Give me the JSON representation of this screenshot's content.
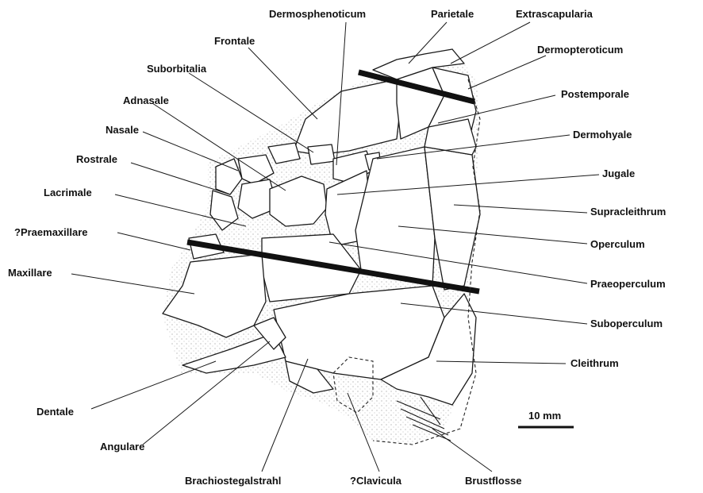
{
  "figure": {
    "labels": {
      "dermosphenoticum": "Dermosphenoticum",
      "parietale": "Parietale",
      "extrascapularia": "Extrascapularia",
      "frontale": "Frontale",
      "dermopteroticum": "Dermopteroticum",
      "suborbitalia": "Suborbitalia",
      "postemporale": "Postemporale",
      "adnasale": "Adnasale",
      "nasale": "Nasale",
      "dermohyale": "Dermohyale",
      "rostrale": "Rostrale",
      "jugale": "Jugale",
      "lacrimale": "Lacrimale",
      "supracleithrum": "Supracleithrum",
      "praemaxillare": "?Praemaxillare",
      "operculum": "Operculum",
      "maxillare": "Maxillare",
      "praeoperculum": "Praeoperculum",
      "suboperculum": "Suboperculum",
      "cleithrum": "Cleithrum",
      "dentale": "Dentale",
      "angulare": "Angulare",
      "brachiostegalstrahl": "Brachiostegalstrahl",
      "clavicula": "?Clavicula",
      "brustflosse": "Brustflosse"
    },
    "scale_bar": {
      "label": "10 mm"
    }
  }
}
